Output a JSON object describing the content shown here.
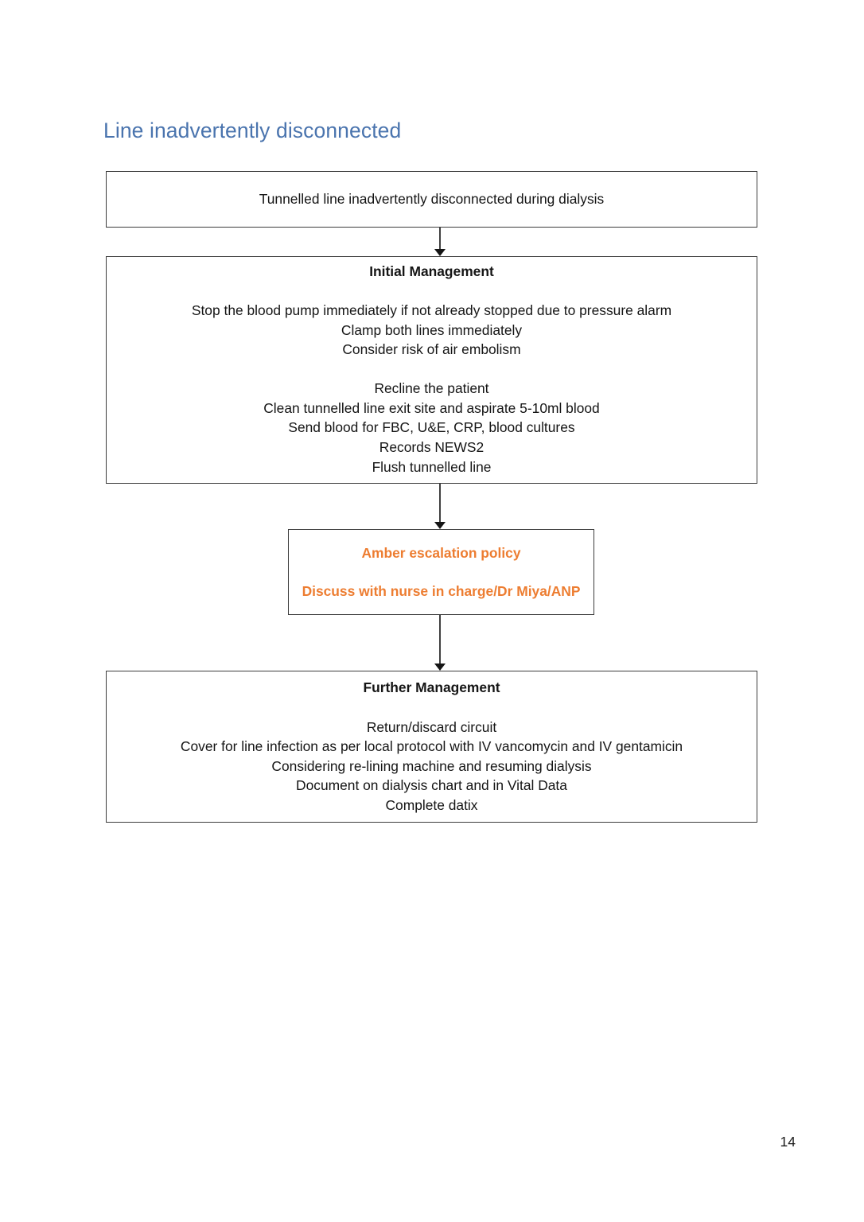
{
  "document": {
    "title": "Line inadvertently disconnected",
    "page_number": "14"
  },
  "colors": {
    "heading": "#4a74ae",
    "amber": "#ed7d31",
    "box_border": "#3c3c3c",
    "body_text": "#151515",
    "background": "#ffffff"
  },
  "flowchart": {
    "type": "flowchart",
    "orientation": "top-to-bottom",
    "nodes": [
      {
        "id": "start",
        "kind": "process",
        "lines": [
          {
            "text": "Tunnelled line inadvertently disconnected during dialysis",
            "bold": false
          }
        ]
      },
      {
        "id": "initial",
        "kind": "process",
        "lines": [
          {
            "text": "Initial Management",
            "bold": true
          },
          {
            "text": "",
            "bold": false
          },
          {
            "text": "Stop the blood pump immediately if not already stopped due to pressure alarm",
            "bold": false
          },
          {
            "text": "Clamp both lines immediately",
            "bold": false
          },
          {
            "text": "Consider risk of air embolism",
            "bold": false
          },
          {
            "text": "",
            "bold": false
          },
          {
            "text": "Recline the patient",
            "bold": false
          },
          {
            "text": "Clean tunnelled line exit site and aspirate 5-10ml blood",
            "bold": false
          },
          {
            "text": "Send blood for FBC, U&E, CRP, blood cultures",
            "bold": false
          },
          {
            "text": "Records NEWS2",
            "bold": false
          },
          {
            "text": "Flush tunnelled line",
            "bold": false
          }
        ]
      },
      {
        "id": "amber",
        "kind": "escalation",
        "accent": "#ed7d31",
        "lines": [
          {
            "text": "Amber escalation policy",
            "bold": true
          },
          {
            "text": "",
            "bold": false
          },
          {
            "text": "Discuss with nurse in charge/Dr Miya/ANP",
            "bold": true
          }
        ]
      },
      {
        "id": "further",
        "kind": "process",
        "lines": [
          {
            "text": "Further Management",
            "bold": true
          },
          {
            "text": "",
            "bold": false
          },
          {
            "text": "Return/discard circuit",
            "bold": false
          },
          {
            "text": "Cover for line infection as per local protocol with IV vancomycin and IV gentamicin",
            "bold": false
          },
          {
            "text": "Considering re-lining machine and resuming dialysis",
            "bold": false
          },
          {
            "text": "Document on dialysis chart and in Vital Data",
            "bold": false
          },
          {
            "text": "Complete datix",
            "bold": false
          }
        ]
      }
    ],
    "edges": [
      {
        "from": "start",
        "to": "initial",
        "style": "arrow-down"
      },
      {
        "from": "initial",
        "to": "amber",
        "style": "arrow-down"
      },
      {
        "from": "amber",
        "to": "further",
        "style": "arrow-down"
      }
    ]
  }
}
